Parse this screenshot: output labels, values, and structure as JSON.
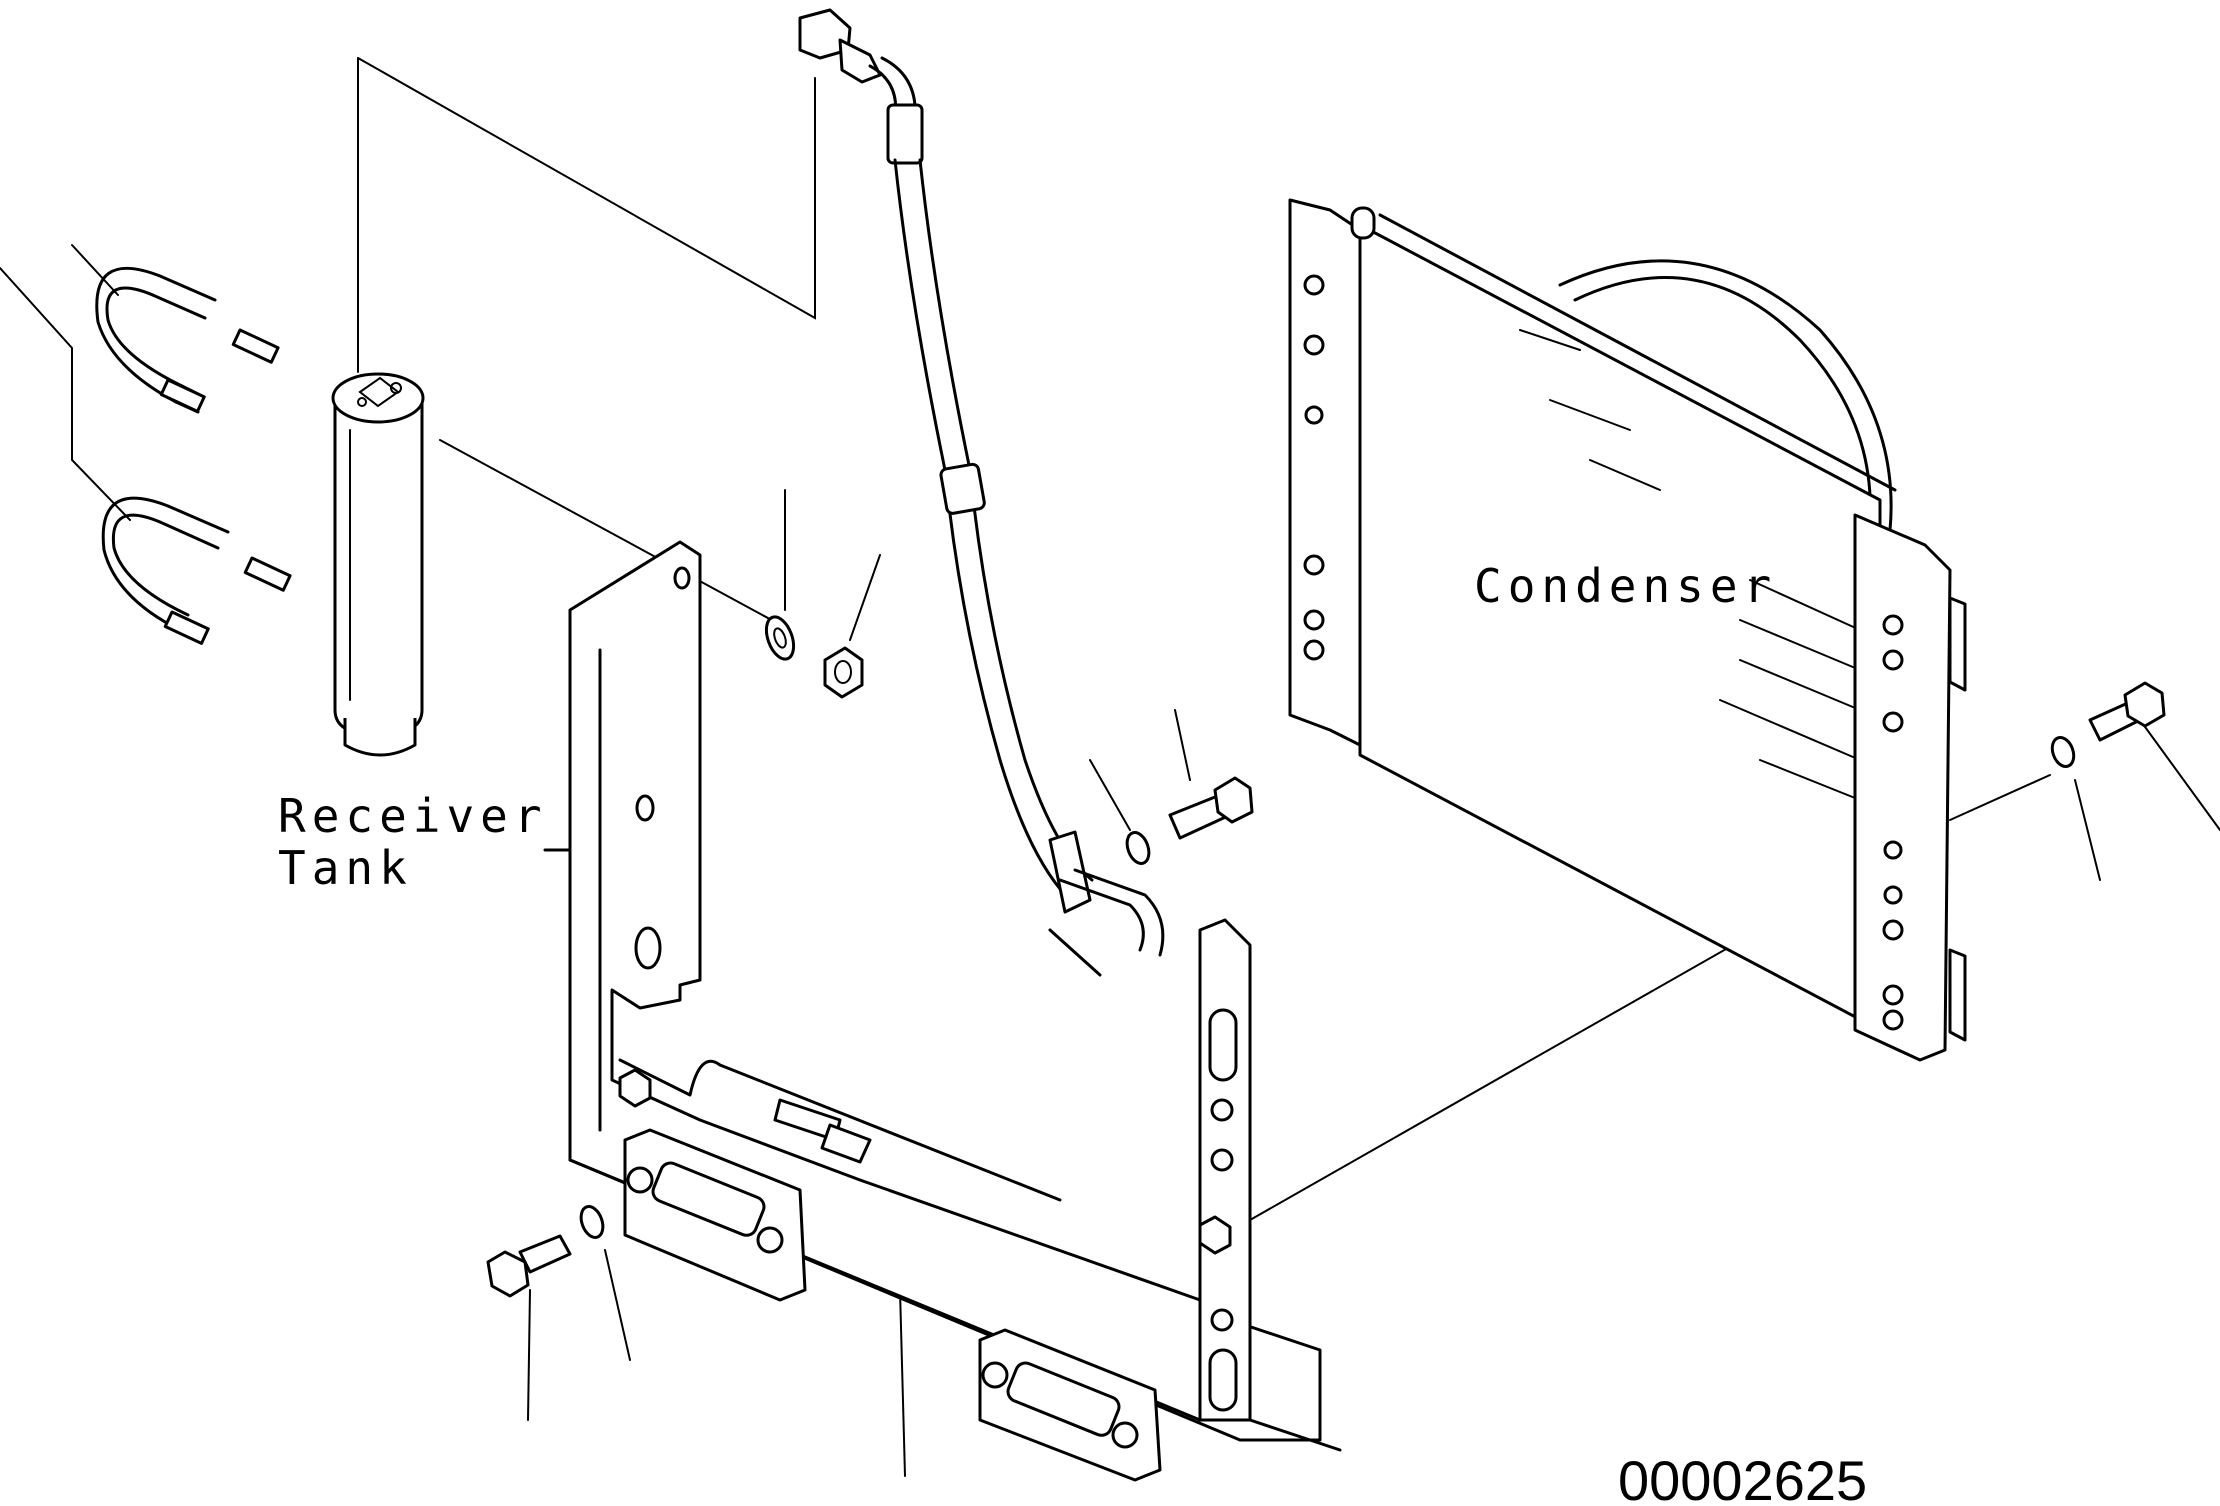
{
  "labels": {
    "receiver_tank_line1": "Receiver",
    "receiver_tank_line2": "Tank",
    "condenser": "Condenser",
    "figure_id": "00002625"
  }
}
